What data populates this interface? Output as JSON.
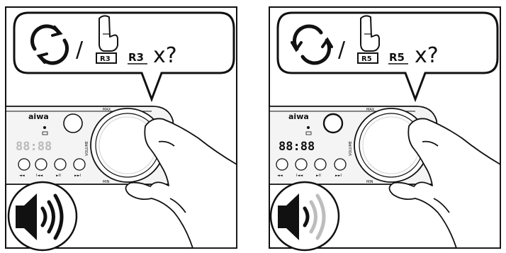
{
  "panels": [
    {
      "id": "left",
      "rotate_icon": "rotate-cw-icon",
      "separator": "/",
      "button_label": "R3",
      "mode_label": "R3",
      "suffix": "x?",
      "brand": "aiwa",
      "led_digits": "88:88",
      "knob_labels": [
        "MAX",
        "MIN"
      ],
      "ring_label": "VOLUME",
      "bottom_buttons": [
        "◄◄",
        "I◄◄",
        "►II",
        "►►I"
      ],
      "speaker_state": "loud",
      "speaker_icon": "speaker-loud-icon"
    },
    {
      "id": "right",
      "rotate_icon": "rotate-ccw-icon",
      "separator": "/",
      "button_label": "R5",
      "mode_label": "R5",
      "suffix": "x?",
      "brand": "aiwa",
      "led_digits": "88:88",
      "knob_labels": [
        "MAX",
        "MIN"
      ],
      "ring_label": "VOLUME",
      "bottom_buttons": [
        "◄◄",
        "I◄◄",
        "►II",
        "►►I"
      ],
      "speaker_state": "quiet",
      "speaker_icon": "speaker-quiet-icon"
    }
  ],
  "colors": {
    "ink": "#111111",
    "device_fill": "#f4f4f4",
    "faded_wave": "#bdbdbd",
    "background": "#ffffff"
  }
}
